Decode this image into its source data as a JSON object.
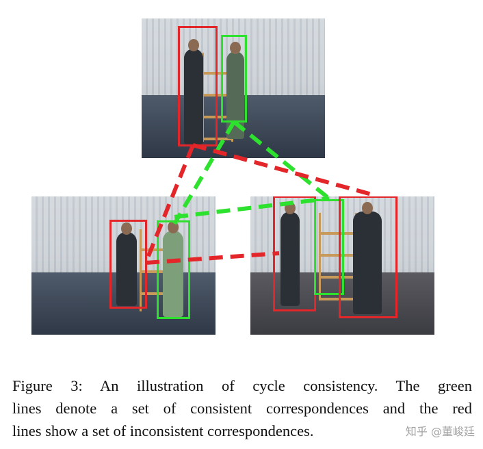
{
  "figure": {
    "caption_lines": [
      "Figure 3: An illustration of cycle consistency.  The green",
      "lines denote a set of consistent correspondences and the red",
      "lines show a set of inconsistent correspondences."
    ]
  },
  "watermark": {
    "text": "知乎 @董峻廷"
  },
  "colors": {
    "consistent": "#2fe12f",
    "inconsistent": "#e3262a"
  }
}
